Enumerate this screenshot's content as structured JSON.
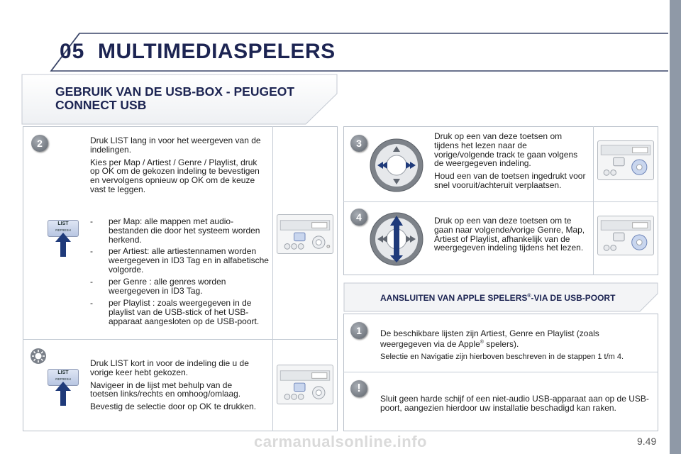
{
  "header": {
    "chapter_number": "05",
    "chapter_title": "MULTIMEDIASPELERS"
  },
  "section": {
    "title": "GEBRUIK VAN DE USB-BOX - PEUGEOT CONNECT USB"
  },
  "step2": {
    "badge": "2",
    "p1": "Druk LIST lang in voor het weergeven van de indelingen.",
    "p2": "Kies per Map / Artiest / Genre / Playlist, druk op OK om de gekozen indeling te bevestigen en vervolgens opnieuw op OK om de keuze vast te leggen.",
    "list_button": "LIST",
    "list_button_sub": "REFRESH",
    "bullets": [
      {
        "dash": "-",
        "text": "per Map: alle mappen met audio-bestanden die door het systeem worden herkend."
      },
      {
        "dash": "-",
        "text": "per Artiest: alle artiestennamen worden weergegeven in ID3 Tag en in alfabetische volgorde."
      },
      {
        "dash": "-",
        "text": "per Genre : alle genres worden weergegeven in ID3 Tag."
      },
      {
        "dash": "-",
        "text": "per Playlist : zoals weergegeven in de playlist van de USB-stick of het USB-apparaat aangesloten op de USB-poort."
      }
    ]
  },
  "tip": {
    "p1": "Druk LIST kort in voor de indeling die u de vorige keer hebt gekozen.",
    "p2": "Navigeer in de lijst met behulp van de toetsen links/rechts en omhoog/omlaag.",
    "p3": "Bevestig de selectie door op OK te drukken.",
    "list_button": "LIST",
    "list_button_sub": "REFRESH"
  },
  "step3": {
    "badge": "3",
    "p1": "Druk op een van deze toetsen om tijdens het lezen naar de vorige/volgende track te gaan volgens de weergegeven indeling.",
    "p2": "Houd een van de toetsen ingedrukt voor snel vooruit/achteruit verplaatsen."
  },
  "step4": {
    "badge": "4",
    "p1": "Druk op een van deze toetsen om te gaan naar volgende/vorige Genre, Map, Artiest of Playlist, afhankelijk van de weergegeven indeling tijdens het lezen."
  },
  "apple": {
    "title_pre": "AANSLUITEN VAN APPLE SPELERS",
    "title_sup": "®",
    "title_post": "-VIA DE USB-POORT",
    "badge": "1",
    "p1_pre": "De beschikbare lijsten zijn Artiest, Genre en Playlist (zoals weergegeven via de Apple",
    "p1_sup": "®",
    "p1_post": " spelers).",
    "p2": "Selectie en Navigatie zijn hierboven beschreven in de stappen 1 t/m 4.",
    "warning_icon": "!",
    "warning": "Sluit geen harde schijf of een niet-audio USB-apparaat aan op de USB-poort, aangezien hierdoor uw installatie beschadigd kan raken."
  },
  "page_number": "9.49",
  "watermark": "carmanualsonline.info",
  "colors": {
    "title": "#1c2452",
    "badge": "#6b7078",
    "arrow": "#1f3a7a",
    "frame": "#b9c0ca"
  }
}
